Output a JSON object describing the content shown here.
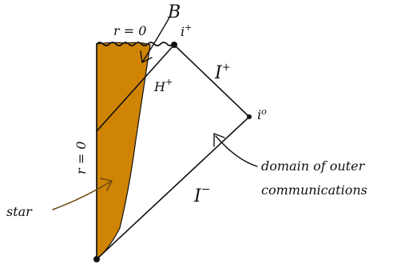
{
  "colors": {
    "ink": "#111111",
    "star_fill": "#D08404",
    "star_label": "#6b4a10"
  },
  "labels": {
    "B": "B",
    "r_zero_top": "r = 0",
    "r_zero_left": "r = 0",
    "i_plus": "i",
    "i_plus_sup": "+",
    "i_zero": "i",
    "i_zero_sup": "o",
    "horizon": "H",
    "horizon_sup": "+",
    "scri_plus": "I",
    "scri_plus_sup": "+",
    "scri_minus": "I",
    "scri_minus_sup": "−",
    "star": "star",
    "domain_line1": "domain of outer",
    "domain_line2": "communications"
  }
}
